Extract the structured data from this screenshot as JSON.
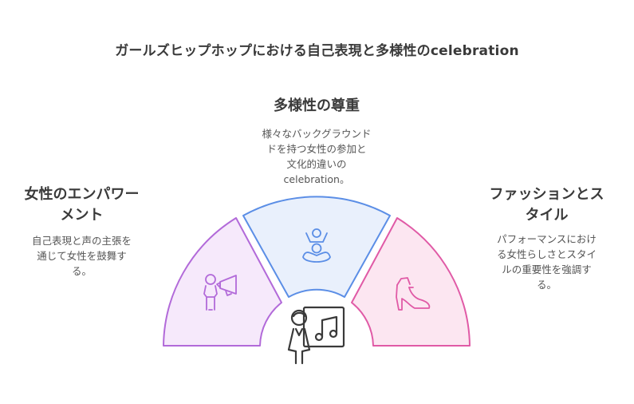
{
  "title": "ガールズヒップホップにおける自己表現と多様性のcelebration",
  "sections": {
    "left": {
      "title_line1": "女性のエンパワー",
      "title_line2": "メント",
      "desc_line1": "自己表現と声の主張を",
      "desc_line2": "通じて女性を鼓舞す",
      "desc_line3": "る。",
      "color_fill": "#f6e9fb",
      "color_stroke": "#b26ad9",
      "icon": "megaphone-person-icon"
    },
    "middle": {
      "title": "多様性の尊重",
      "desc_line1": "様々なバックグラウンド",
      "desc_line2": "ドを持つ女性の参加と",
      "desc_line3": "文化的違いの",
      "desc_line4": "celebration。",
      "color_fill": "#e9f0fc",
      "color_stroke": "#5b8ee6",
      "icon": "group-people-icon"
    },
    "right": {
      "title_line1": "ファッションとス",
      "title_line2": "タイル",
      "desc_line1": "パフォーマンスにおけ",
      "desc_line2": "る女性らしさとスタイ",
      "desc_line3": "ルの重要性を強調す",
      "desc_line4": "る。",
      "color_fill": "#fce6f1",
      "color_stroke": "#e05aa6",
      "icon": "high-heel-icon"
    },
    "center": {
      "icon": "music-teacher-icon"
    }
  }
}
